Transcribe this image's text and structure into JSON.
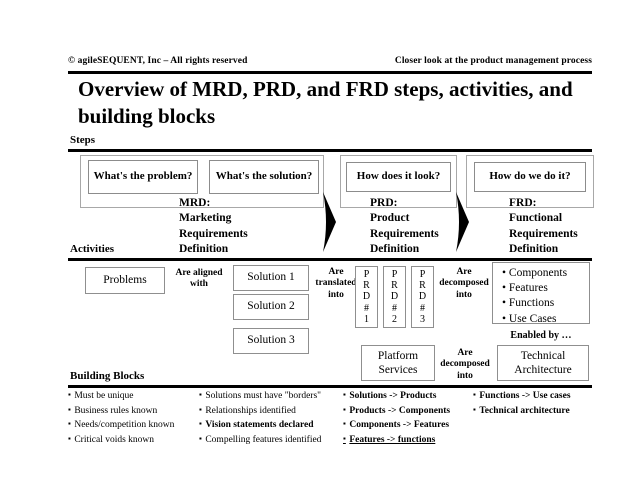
{
  "header": {
    "copyright": "© agileSEQUENT, Inc – All rights reserved",
    "subject": "Closer look at the product management process"
  },
  "title": "Overview of MRD, PRD, and FRD steps, activities, and building blocks",
  "sections": {
    "steps_label": "Steps",
    "activities_label": "Activities",
    "building_blocks_label": "Building Blocks"
  },
  "steps": {
    "questions": [
      {
        "text": "What's the problem?"
      },
      {
        "text": "What's the solution?"
      },
      {
        "text": "How does it look?"
      },
      {
        "text": "How do we do it?"
      }
    ],
    "documents": [
      {
        "code": "MRD:",
        "l1": "Marketing",
        "l2": "Requirements",
        "l3": "Definition"
      },
      {
        "code": "PRD:",
        "l1": "Product",
        "l2": "Requirements",
        "l3": "Definition"
      },
      {
        "code": "FRD:",
        "l1": "Functional",
        "l2": "Requirements",
        "l3": "Definition"
      }
    ]
  },
  "activities": {
    "problems_box": "Problems",
    "connector_aligned": "Are aligned with",
    "solutions": [
      "Solution 1",
      "Solution 2",
      "Solution 3"
    ],
    "connector_translated": "Are translated into",
    "prd_items": [
      "P R D # 1",
      "P R D # 2",
      "P R D # 3"
    ],
    "connector_decomposed_1": "Are decomposed into",
    "outputs": [
      "• Components",
      "• Features",
      "• Functions",
      "• Use Cases"
    ],
    "enabled_by": "Enabled by …",
    "platform_box": "Platform Services",
    "connector_decomposed_2": "Are decomposed into",
    "tech_box": "Technical Architecture"
  },
  "building_blocks": {
    "col1": [
      "Must be unique",
      "Business rules known",
      "Needs/competition known",
      "Critical voids known"
    ],
    "col2": [
      "Solutions must have \"borders\"",
      "Relationships identified",
      "Vision statements declared",
      "Compelling features identified"
    ],
    "col3": [
      "Solutions -> Products",
      "Products -> Components",
      "Components -> Features",
      "Features -> functions"
    ],
    "col4": [
      "Functions -> Use cases",
      "Technical architecture"
    ]
  },
  "colors": {
    "ink": "#000000",
    "box_border": "#8f8f8f",
    "panel_border": "#a8a8a8"
  }
}
